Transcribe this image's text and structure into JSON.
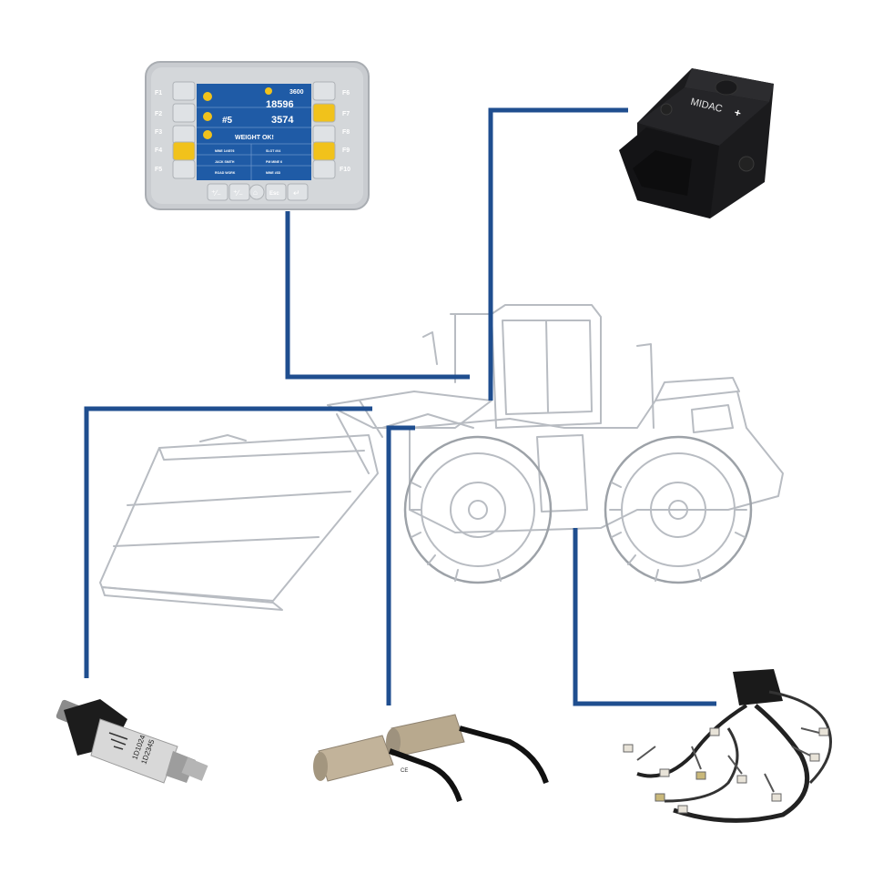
{
  "display_unit": {
    "left_keys": [
      "F1",
      "F2",
      "F3",
      "F4",
      "F5"
    ],
    "right_keys": [
      "F6",
      "F7",
      "F8",
      "F9",
      "F10"
    ],
    "screen": {
      "top_value": "3600",
      "big_value": "18596",
      "bucket_label": "#5",
      "bucket_value": "3574",
      "status": "WEIGHT OK!",
      "rows": [
        [
          "MINE 1#4576",
          "SLOT #04"
        ],
        [
          "JACK SMITH",
          "PM MINE 6"
        ],
        [
          "ROAD WORK",
          "MINE #3D"
        ]
      ]
    },
    "bottom_keys": [
      "Esc"
    ]
  },
  "controller": {
    "label": "MIDAC",
    "label_suffix": "+"
  },
  "pressure_sensor": {
    "label_lines": [
      "1D1024",
      "1D2345"
    ]
  },
  "colors": {
    "connector": "#1f4e8f",
    "screen_bg": "#1f5ba6",
    "bezel": "#c9ccd0",
    "sketch": "#b8bcc2"
  }
}
